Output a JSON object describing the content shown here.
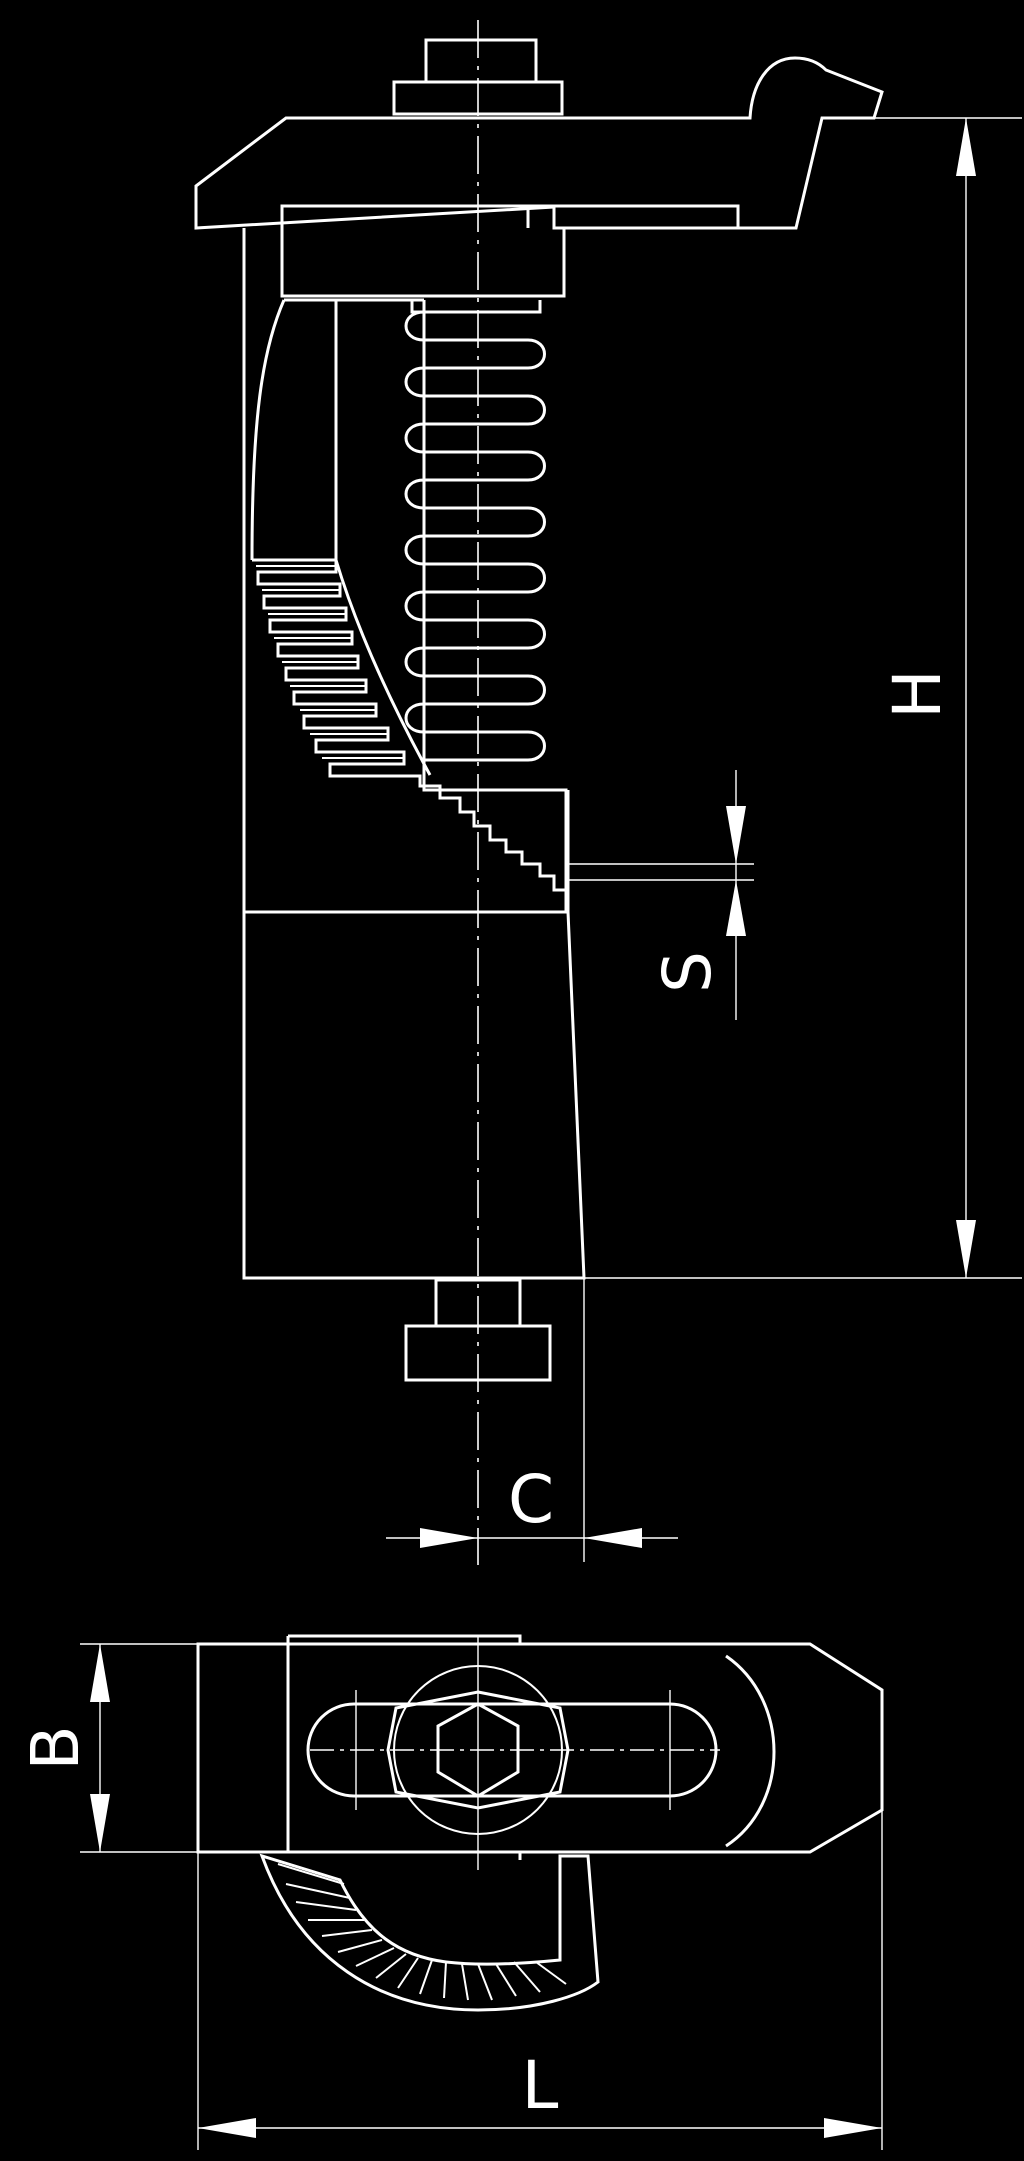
{
  "drawing": {
    "background": "#000000",
    "line_color": "#ffffff"
  },
  "dimensions": {
    "height_label": "H",
    "stroke_label": "S",
    "offset_label": "C",
    "width_label": "B",
    "length_label": "L"
  }
}
